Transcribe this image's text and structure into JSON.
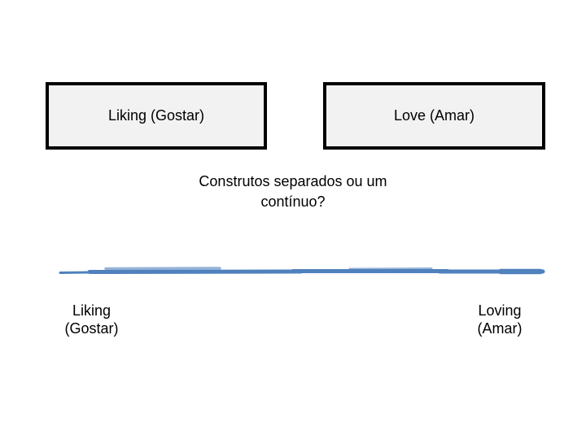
{
  "slide": {
    "boxes": [
      {
        "label": "Liking (Gostar)"
      },
      {
        "label": "Love (Amar)"
      }
    ],
    "question": {
      "line1": "Construtos separados ou um",
      "line2": "contínuo?"
    },
    "continuum": {
      "left_label_line1": "Liking",
      "left_label_line2": "(Gostar)",
      "right_label_line1": "Loving",
      "right_label_line2": "(Amar)"
    },
    "colors": {
      "line_blue": "#4f81bd",
      "line_blue_light": "#95b3d7",
      "box_fill": "#f2f2f2",
      "box_border": "#000000",
      "text": "#000000"
    }
  }
}
